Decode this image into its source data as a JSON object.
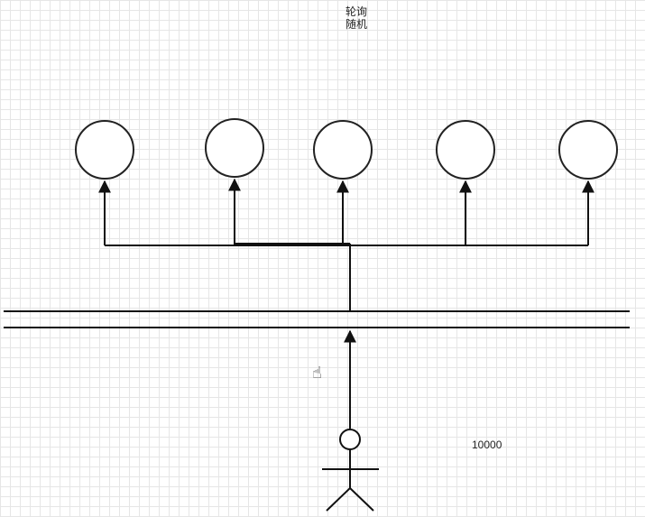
{
  "labels": {
    "title_line1": "轮询",
    "title_line2": "随机",
    "count": "10000"
  },
  "diagram": {
    "server_nodes": 5,
    "line_color": "#111111",
    "node_fill": "#ffffff",
    "grid_color": "#e6e6e6"
  },
  "icons": {
    "user": "stick-figure-icon",
    "cursor": "hand-pointer-icon"
  }
}
